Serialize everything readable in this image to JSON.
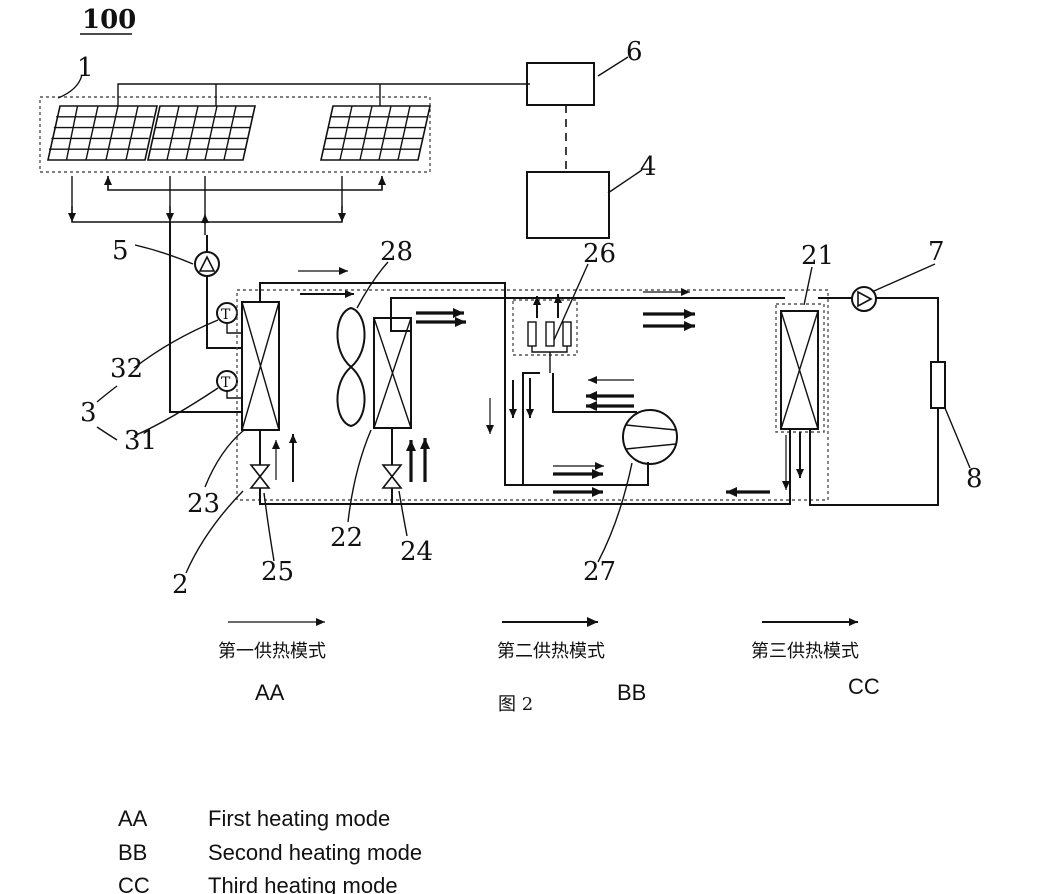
{
  "figure_number": "100",
  "figure_caption": "图 2",
  "component_labels": {
    "solar_collector": "1",
    "heat_pump_unit": "2",
    "temperature_sensor_group": "3",
    "storage": "4",
    "circulation_pump": "5",
    "controller": "6",
    "user_side_pump": "7",
    "heat_terminal": "8",
    "condenser": "21",
    "evaporator": "22",
    "heat_exchanger": "23",
    "expansion_valve_24": "24",
    "expansion_valve_25": "25",
    "four_way_valve": "26",
    "compressor": "27",
    "fan": "28",
    "inlet_sensor": "31",
    "outlet_sensor": "32"
  },
  "flow_legend": [
    {
      "code": "AA",
      "chinese": "第一供热模式",
      "english": "First heating mode"
    },
    {
      "code": "BB",
      "chinese": "第二供热模式",
      "english": "Second heating mode"
    },
    {
      "code": "CC",
      "chinese": "第三供热模式",
      "english": "Third heating mode"
    }
  ],
  "sensor_symbol": "T"
}
